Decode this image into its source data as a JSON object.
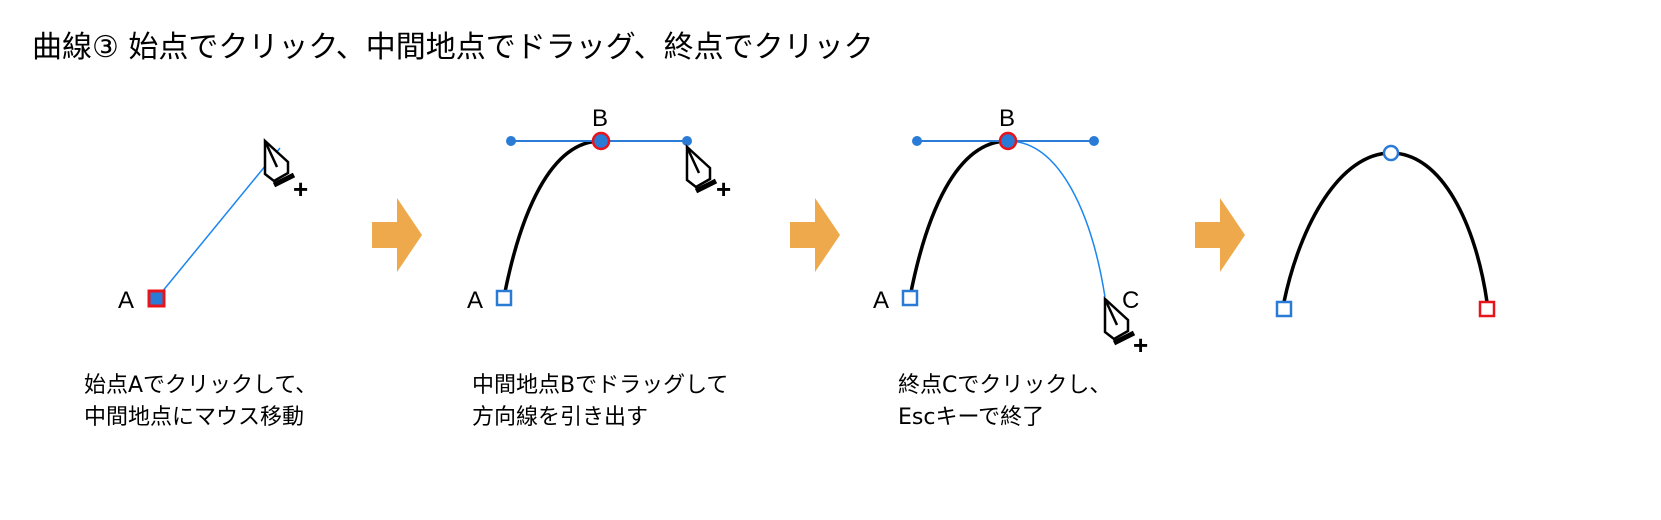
{
  "title": "曲線③ 始点でクリック、中間地点でドラッグ、終点でクリック",
  "colors": {
    "anchor_blue": "#2a7bd6",
    "anchor_red": "#e8141c",
    "handle_line": "#2a7bd6",
    "arrow": "#eda94c",
    "curve": "#000000"
  },
  "steps": [
    {
      "labels": {
        "a": "A"
      },
      "caption": [
        "始点Aでクリックして、",
        "中間地点にマウス移動"
      ],
      "cursor_icon": "pen-add-icon"
    },
    {
      "labels": {
        "a": "A",
        "b": "B"
      },
      "caption": [
        "中間地点Bでドラッグして",
        "方向線を引き出す"
      ],
      "cursor_icon": "pen-add-icon"
    },
    {
      "labels": {
        "a": "A",
        "b": "B",
        "c": "C"
      },
      "caption": [
        "終点Cでクリックし、",
        "Escキーで終了"
      ],
      "cursor_icon": "pen-add-icon"
    },
    {
      "labels": {},
      "caption": []
    }
  ],
  "plus": "+"
}
